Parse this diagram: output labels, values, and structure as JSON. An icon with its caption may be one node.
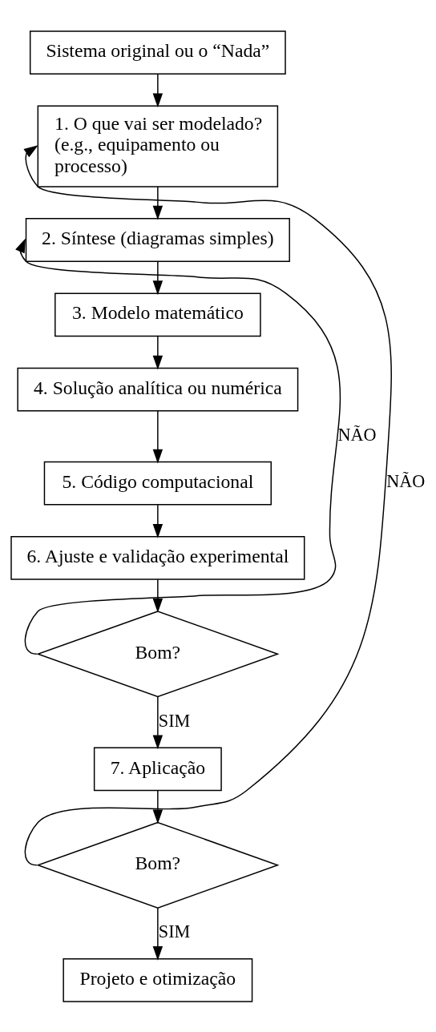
{
  "diagram": {
    "nodes": [
      {
        "text": [
          "Sistema original ou o “Nada”"
        ]
      },
      {
        "text": [
          "1. O que vai ser modelado? (e.g., equipamento ou processo)"
        ]
      },
      {
        "text": [
          "2. Síntese (diagramas simples)"
        ]
      },
      {
        "text": [
          "3. Modelo matemático"
        ]
      },
      {
        "text": [
          "4. Solução analítica ou numérica"
        ]
      },
      {
        "text": [
          "5. Código computacional"
        ]
      },
      {
        "text": [
          "6. Ajuste e validação experimental"
        ]
      },
      {
        "text": [
          "Bom?"
        ]
      },
      {
        "text": [
          "7. Aplicação"
        ]
      },
      {
        "text": [
          "Bom?"
        ]
      },
      {
        "text": [
          "Projeto e otimização"
        ]
      }
    ],
    "edges": [
      {
        "from": 0,
        "to": 1,
        "arrow": "to"
      },
      {
        "from": 1,
        "to": 2,
        "arrow": "to"
      },
      {
        "from": 2,
        "to": 3,
        "arrow": "to"
      },
      {
        "from": 3,
        "to": 4,
        "arrow": "to"
      },
      {
        "from": 4,
        "to": 5,
        "arrow": "to"
      },
      {
        "from": 5,
        "to": 6,
        "arrow": "to"
      },
      {
        "from": 6,
        "to": 7,
        "arrow": "to"
      },
      {
        "from": 7,
        "to": 2,
        "arrow": "to",
        "label": "NÃO"
      },
      {
        "from": 7,
        "to": 8,
        "arrow": "to",
        "label": "SIM"
      },
      {
        "from": 8,
        "to": 9,
        "arrow": "to"
      },
      {
        "from": 9,
        "to": 1,
        "arrow": "to",
        "label": "NÃO"
      },
      {
        "from": 9,
        "to": 10,
        "arrow": "to",
        "label": "SIM"
      }
    ]
  }
}
